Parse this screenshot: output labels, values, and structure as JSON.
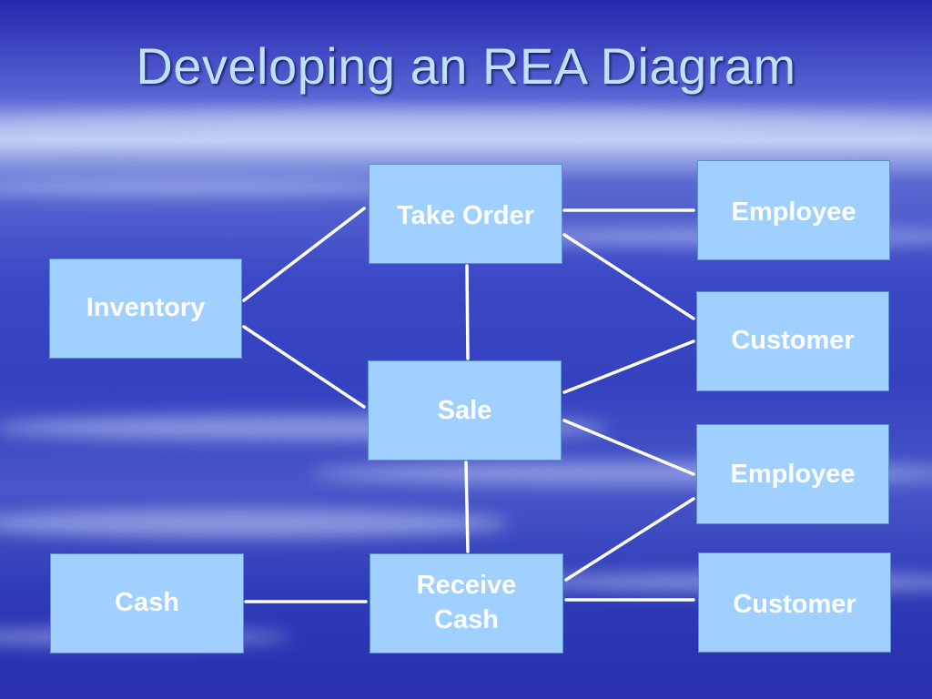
{
  "slide": {
    "title": "Developing an REA Diagram"
  },
  "colors": {
    "background_top": "#2a2bb5",
    "background_band": "#b9c8ef",
    "node_fill": "#9fd0ff",
    "node_text": "#ffffff",
    "title_text": "#bfe0ff",
    "connector": "#ffffff"
  },
  "nodes": {
    "take_order": "Take Order",
    "employee_1": "Employee",
    "inventory": "Inventory",
    "customer_1": "Customer",
    "sale": "Sale",
    "employee_2": "Employee",
    "cash": "Cash",
    "receive_cash": {
      "line1": "Receive",
      "line2": "Cash"
    },
    "customer_2": "Customer"
  },
  "connections": [
    [
      "inventory",
      "take_order"
    ],
    [
      "inventory",
      "sale"
    ],
    [
      "take_order",
      "employee_1"
    ],
    [
      "take_order",
      "customer_1"
    ],
    [
      "take_order",
      "sale"
    ],
    [
      "sale",
      "customer_1"
    ],
    [
      "sale",
      "employee_2"
    ],
    [
      "sale",
      "receive_cash"
    ],
    [
      "receive_cash",
      "employee_2"
    ],
    [
      "receive_cash",
      "customer_2"
    ],
    [
      "cash",
      "receive_cash"
    ]
  ]
}
